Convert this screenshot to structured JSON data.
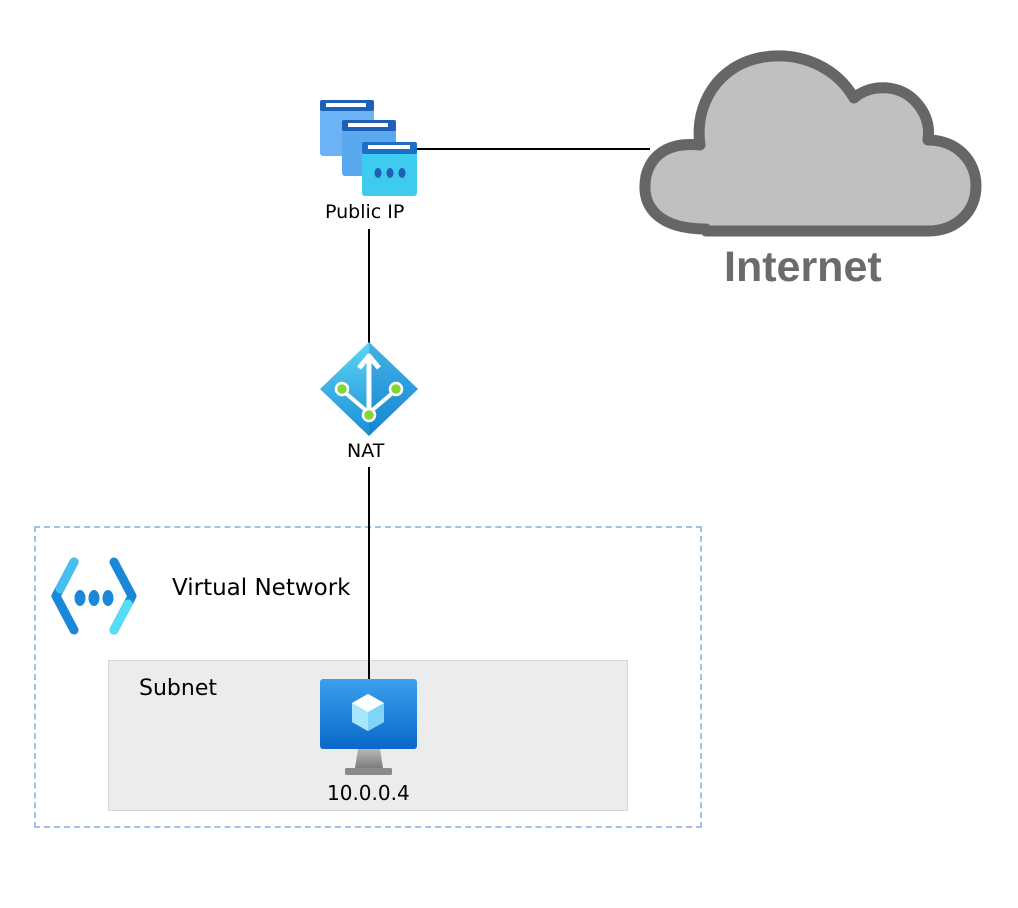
{
  "diagram": {
    "nodes": {
      "public_ip": {
        "label": "Public IP",
        "icon": "public-ip-icon"
      },
      "internet": {
        "label": "Internet",
        "icon": "cloud-icon"
      },
      "nat": {
        "label": "NAT",
        "icon": "nat-gateway-icon"
      },
      "virtual_network": {
        "label": "Virtual Network",
        "icon": "virtual-network-icon"
      },
      "subnet": {
        "label": "Subnet"
      },
      "vm": {
        "label": "10.0.0.4",
        "icon": "virtual-machine-icon"
      }
    },
    "edges": [
      {
        "from": "public_ip",
        "to": "internet"
      },
      {
        "from": "public_ip",
        "to": "nat"
      },
      {
        "from": "nat",
        "to": "vm"
      }
    ],
    "colors": {
      "cloud_fill": "#c0c0c0",
      "cloud_stroke": "#666666",
      "internet_text": "#6b6b6b",
      "vnet_border": "#9ec3e6",
      "subnet_fill": "#ececec",
      "azure_blue": "#0078d4",
      "azure_light": "#50e6ff",
      "nat_dot": "#86d633"
    }
  }
}
